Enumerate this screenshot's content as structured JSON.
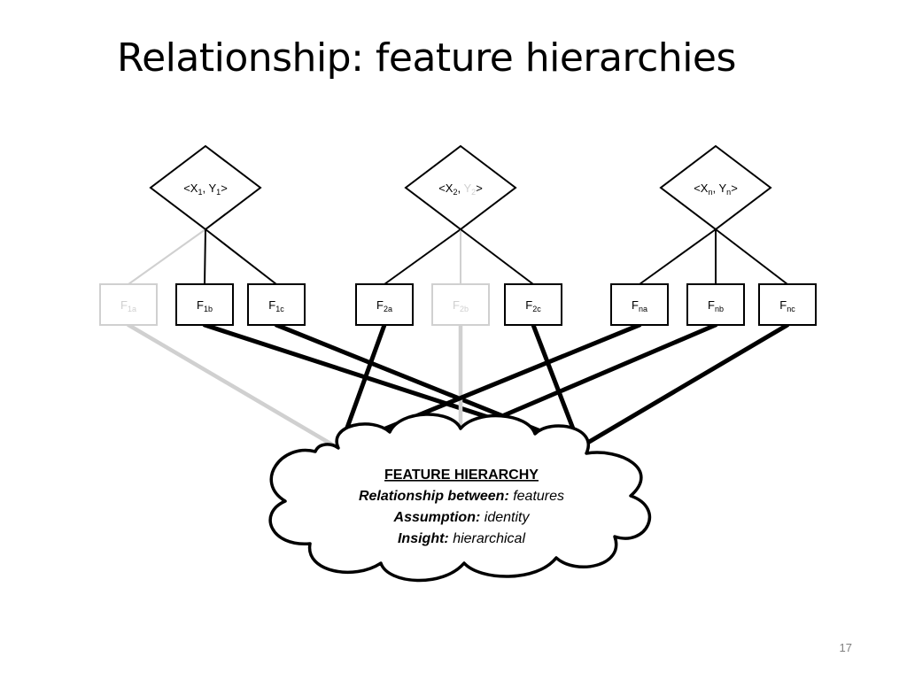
{
  "slide": {
    "title": "Relationship: feature hierarchies",
    "page_number": "17"
  },
  "colors": {
    "active": "#000000",
    "faded": "#d0d0d0",
    "background": "#ffffff"
  },
  "diagram": {
    "instances": [
      {
        "id": "i1",
        "open": "<X",
        "a_sub": "1",
        "mid": ", ",
        "b": "Y",
        "b_sub": "1",
        "close": ">",
        "faded_y": false
      },
      {
        "id": "i2",
        "open": "<X",
        "a_sub": "2",
        "mid": ", ",
        "b": "Y",
        "b_sub": "2",
        "close": ">",
        "faded_y": true
      },
      {
        "id": "in",
        "open": "<X",
        "a_sub": "n",
        "mid": ", ",
        "b": "Y",
        "b_sub": "n",
        "close": ">",
        "faded_y": false
      }
    ],
    "features": [
      {
        "id": "f1a",
        "label": "F",
        "sub": "1a",
        "parent": "i1",
        "faded": true
      },
      {
        "id": "f1b",
        "label": "F",
        "sub": "1b",
        "parent": "i1",
        "faded": false
      },
      {
        "id": "f1c",
        "label": "F",
        "sub": "1c",
        "parent": "i1",
        "faded": false
      },
      {
        "id": "f2a",
        "label": "F",
        "sub": "2a",
        "parent": "i2",
        "faded": false
      },
      {
        "id": "f2b",
        "label": "F",
        "sub": "2b",
        "parent": "i2",
        "faded": true
      },
      {
        "id": "f2c",
        "label": "F",
        "sub": "2c",
        "parent": "i2",
        "faded": false
      },
      {
        "id": "fna",
        "label": "F",
        "sub": "na",
        "parent": "in",
        "faded": false
      },
      {
        "id": "fnb",
        "label": "F",
        "sub": "nb",
        "parent": "in",
        "faded": false
      },
      {
        "id": "fnc",
        "label": "F",
        "sub": "nc",
        "parent": "in",
        "faded": false
      }
    ],
    "cloud": {
      "heading": "FEATURE HIERARCHY",
      "lines": [
        {
          "bold": "Relationship between:",
          "italic": " features"
        },
        {
          "bold": "Assumption:",
          "italic": " identity"
        },
        {
          "bold": "Insight:",
          "italic": " hierarchical"
        }
      ]
    }
  }
}
